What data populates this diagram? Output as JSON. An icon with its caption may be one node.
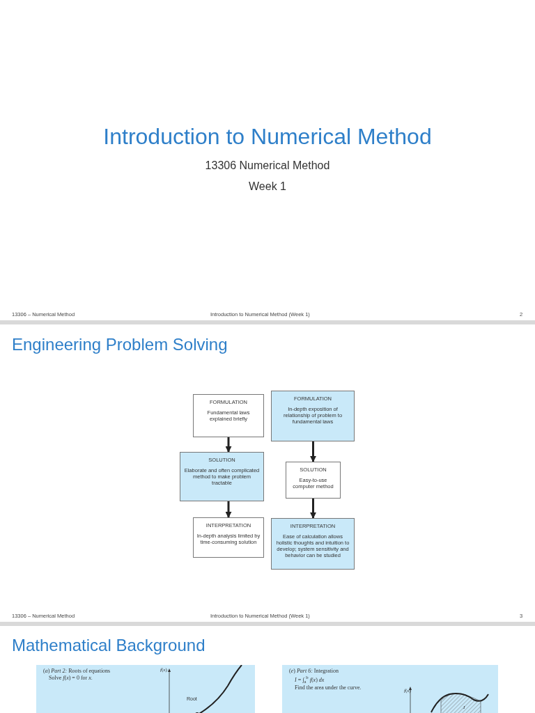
{
  "diagram": {
    "title": "Introduction to Numerical Method",
    "nodes": [
      {
        "text": [
          "FORMULATION",
          "Fundamental laws explained briefly"
        ]
      },
      {
        "text": [
          "FORMULATION",
          "In-depth exposition of relationship of problem to fundamental laws"
        ]
      },
      {
        "text": [
          "SOLUTION",
          "Elaborate and often complicated method to make problem tractable"
        ]
      },
      {
        "text": [
          "SOLUTION",
          "Easy-to-use computer method"
        ]
      },
      {
        "text": [
          "INTERPRETATION",
          "In-depth analysis limited by time-consuming solution"
        ]
      },
      {
        "text": [
          "INTERPRETATION",
          "Ease of calculation allows holistic thoughts and intuition to develop; system sensitivity and behavior can be studied"
        ]
      },
      {
        "text": [
          "(*a*) *Part 2:* Roots of equations",
          "Solve *f*(*x*) = 0 for *x*."
        ]
      },
      {
        "text": [
          "(*e*) *Part 6:* Integration",
          "*I* = ∫$_{a}$$^{b}$ *f*(*x*) *dx*",
          "Find the area under the curve."
        ]
      }
    ],
    "edges": [
      {
        "from": 0,
        "to": 2,
        "arrow": "to"
      },
      {
        "from": 2,
        "to": 4,
        "arrow": "to"
      },
      {
        "from": 1,
        "to": 3,
        "arrow": "to"
      },
      {
        "from": 3,
        "to": 5,
        "arrow": "to"
      }
    ],
    "labels": [
      "13306 Numerical Method",
      "Week 1",
      "13306 – Numerical Method",
      "Introduction to Numerical Method (Week 1)",
      "2",
      "Engineering Problem Solving",
      "13306 – Numerical Method",
      "Introduction to Numerical Method (Week 1)",
      "3",
      "Mathematical Background",
      "*f*(*x*)",
      "Root",
      "*f*(*x*)",
      "*I*"
    ]
  }
}
